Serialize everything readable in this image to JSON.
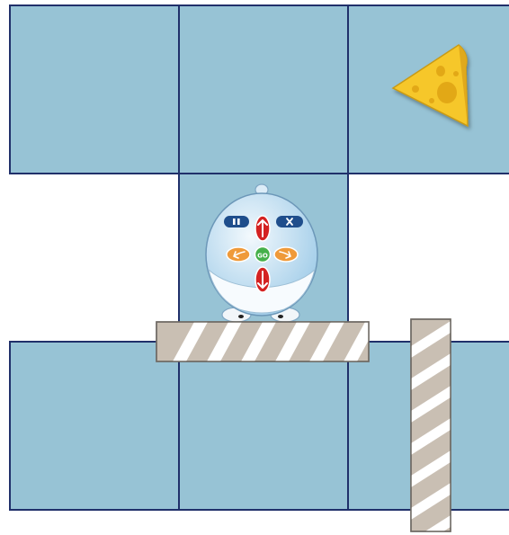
{
  "board": {
    "colors": {
      "tile": "#97c3d5",
      "grid_line": "#20306a",
      "background": "#ffffff",
      "barrier": "#c9bfb3",
      "barrier_stripe": "#ffffff"
    }
  },
  "robot": {
    "icon": "mouse-robot-icon",
    "colors": {
      "body": "#dcecf7",
      "body_shade": "#b7d8ee",
      "top_buttons": "#1f4e8c",
      "arrow_forward_back": "#d42222",
      "arrow_turns": "#ef9a3a",
      "go_button": "#45b04a"
    },
    "buttons": {
      "pause_icon": "pause-icon",
      "clear_icon": "clear-icon",
      "forward_icon": "arrow-up-icon",
      "back_icon": "arrow-down-icon",
      "left_icon": "turn-left-icon",
      "right_icon": "turn-right-icon",
      "go_icon": "go-icon"
    }
  },
  "goal": {
    "icon": "cheese-icon",
    "color": "#f6c72a"
  },
  "barriers": [
    {
      "orientation": "horizontal",
      "icon": "barrier-wall"
    },
    {
      "orientation": "vertical",
      "icon": "barrier-wall"
    }
  ]
}
